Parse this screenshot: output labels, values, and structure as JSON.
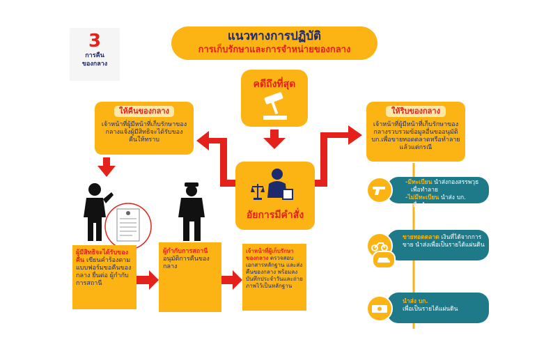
{
  "badge": {
    "number": "3",
    "line1": "การคืน",
    "line2": "ของกลาง"
  },
  "header": {
    "title": "แนวทางการปฏิบัติ",
    "subtitle": "การเก็บรักษาและการจำหน่ายของกลาง"
  },
  "top": {
    "label": "คดีถึงที่สุด"
  },
  "center": {
    "label": "อัยการมีคำสั่ง"
  },
  "left_box": {
    "label": "ให้คืนของกลาง",
    "text": "เจ้าหน้าที่ผู้มีหน้าที่เก็บรักษาของกลางแจ้งผู้มีสิทธิจะได้รับของคืนให้ทราบ"
  },
  "right_box": {
    "label": "ให้ริบของกลาง",
    "text": "เจ้าหน้าที่ผู้มีหน้าที่เก็บรักษาของกลางรวบรวมข้อมูลอื่นขออนุมัติ บก.เพื่อขายทอดตลาดหรือทำลายแล้วแต่กรณี"
  },
  "step1": {
    "hl": "ผู้มีสิทธิจะได้รับของคืน",
    "text": " เขียนคำร้องตามแบบฟอร์มขอคืนของกลาง ยื่นต่อ ผู้กำกับการสถานี"
  },
  "step2": {
    "hl": "ผู้กำกับการสถานี",
    "text": " อนุมัติการคืนของกลาง"
  },
  "step3": {
    "hl": "เจ้าหน้าที่ผู้เก็บรักษาของกลาง",
    "text": " ตรวจสอบเอกสารหลักฐาน และส่งคืนของกลาง พร้อมลงบันทึกประจำวันและถ่ายภาพไว้เป็นหลักฐาน"
  },
  "pill1": {
    "a_hl": "-มีทะเบียน",
    "a_text": " นำส่งกองสรรพวุธ",
    "a_text2": "เพื่อทำลาย",
    "b_hl": "-ไม่มีทะเบียน",
    "b_text": " นำส่ง บก.",
    "b_text2": "เพื่อทำลาย"
  },
  "pill2": {
    "hl": "ขายทอดตลาด",
    "text": " เงินที่ได้จากการขาย นำส่งเพื่อเป็นรายได้แผ่นดิน"
  },
  "pill3": {
    "hl": "นำส่ง บก.",
    "text2": "เพื่อเป็นรายได้แผ่นดิน"
  },
  "icons": [
    "gavel-icon",
    "judge-icon",
    "scales-icon",
    "person-icon",
    "police-icon",
    "document-icon",
    "gun-icon",
    "motorcycle-icon",
    "car-icon",
    "money-icon"
  ],
  "colors": {
    "yellow": "#fbb414",
    "red": "#e4211b",
    "teal": "#1e7a88",
    "navy": "#1e2a6e",
    "pale": "#fde8a8"
  }
}
